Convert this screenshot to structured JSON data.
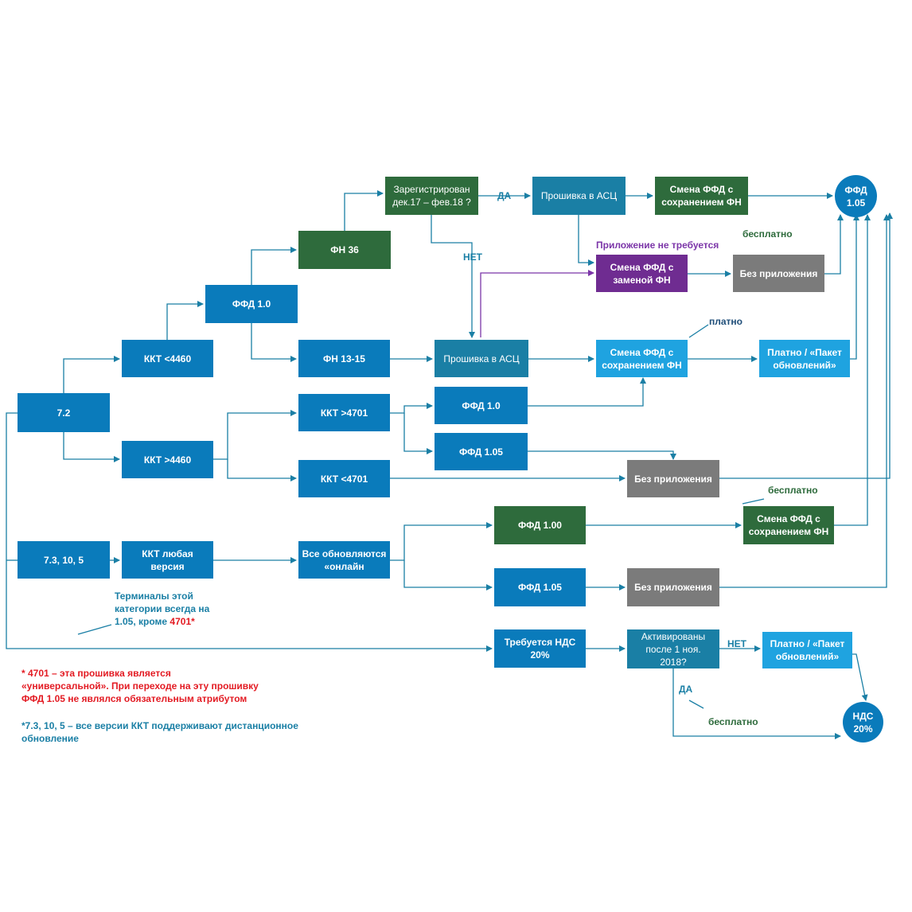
{
  "nodes": {
    "v72": "7.2",
    "v73": "7.3, 10, 5",
    "kkt_lt4460": "ККТ <4460",
    "kkt_gt4460": "ККТ >4460",
    "kkt_any": "ККТ любая\nверсия",
    "ffd10_top": "ФФД 1.0",
    "fn36": "ФН 36",
    "fn1315": "ФН 13-15",
    "registered_q": "Зарегистрирован\nдек.17 – фев.18 ?",
    "firmware_asc_top": "Прошивка в АСЦ",
    "change_keep_fn_top": "Смена ФФД с\nсохранением ФН",
    "change_replace_fn": "Смена ФФД с\nзаменой ФН",
    "no_app_top": "Без приложения",
    "firmware_asc_mid": "Прошивка в АСЦ",
    "change_keep_fn_mid": "Смена ФФД с\nсохранением ФН",
    "paid_package_mid": "Платно / «Пакет\nобновлений»",
    "kkt_gt4701": "ККТ >4701",
    "kkt_lt4701": "ККТ <4701",
    "ffd10_mid": "ФФД 1.0",
    "ffd105_mid": "ФФД 1.05",
    "no_app_mid": "Без приложения",
    "all_online": "Все обновляются\n«онлайн",
    "ffd100_low": "ФФД 1.00",
    "ffd105_low": "ФФД 1.05",
    "change_keep_fn_low": "Смена ФФД с\nсохранением ФН",
    "no_app_low": "Без приложения",
    "vat_required": "Требуется НДС\n20%",
    "activated_q": "Активированы\nпосле 1 ноя.\n2018?",
    "paid_package_low": "Платно / «Пакет\nобновлений»",
    "ffd105_end": "ФФД\n1.05",
    "vat_end": "НДС\n20%"
  },
  "labels": {
    "da_top": "ДА",
    "net_top": "НЕТ",
    "free_top": "бесплатно",
    "app_not_required": "Приложение не требуется",
    "paid_mid": "платно",
    "free_mid": "бесплатно",
    "net_low": "НЕТ",
    "da_low": "ДА",
    "free_low": "бесплатно",
    "terminals_note_a": "Терминалы этой\nкатегории всегда на\n1.05, кроме ",
    "terminals_note_red": "4701*"
  },
  "footnotes": {
    "note_4701": "* 4701 – эта прошивка является\n«универсальной». При переходе на эту прошивку\nФФД 1.05 не являлся обязательным атрибутом",
    "note_remote": "*7.3, 10, 5 – все версии ККТ поддерживают дистанционное\nобновление"
  },
  "colors": {
    "blue": "#0a7bbb",
    "teal": "#1a7fa5",
    "green": "#2e6b3c",
    "purple": "#6f2c91",
    "gray": "#7b7b7b",
    "sky": "#1fa3e0",
    "red": "#e31b23"
  }
}
